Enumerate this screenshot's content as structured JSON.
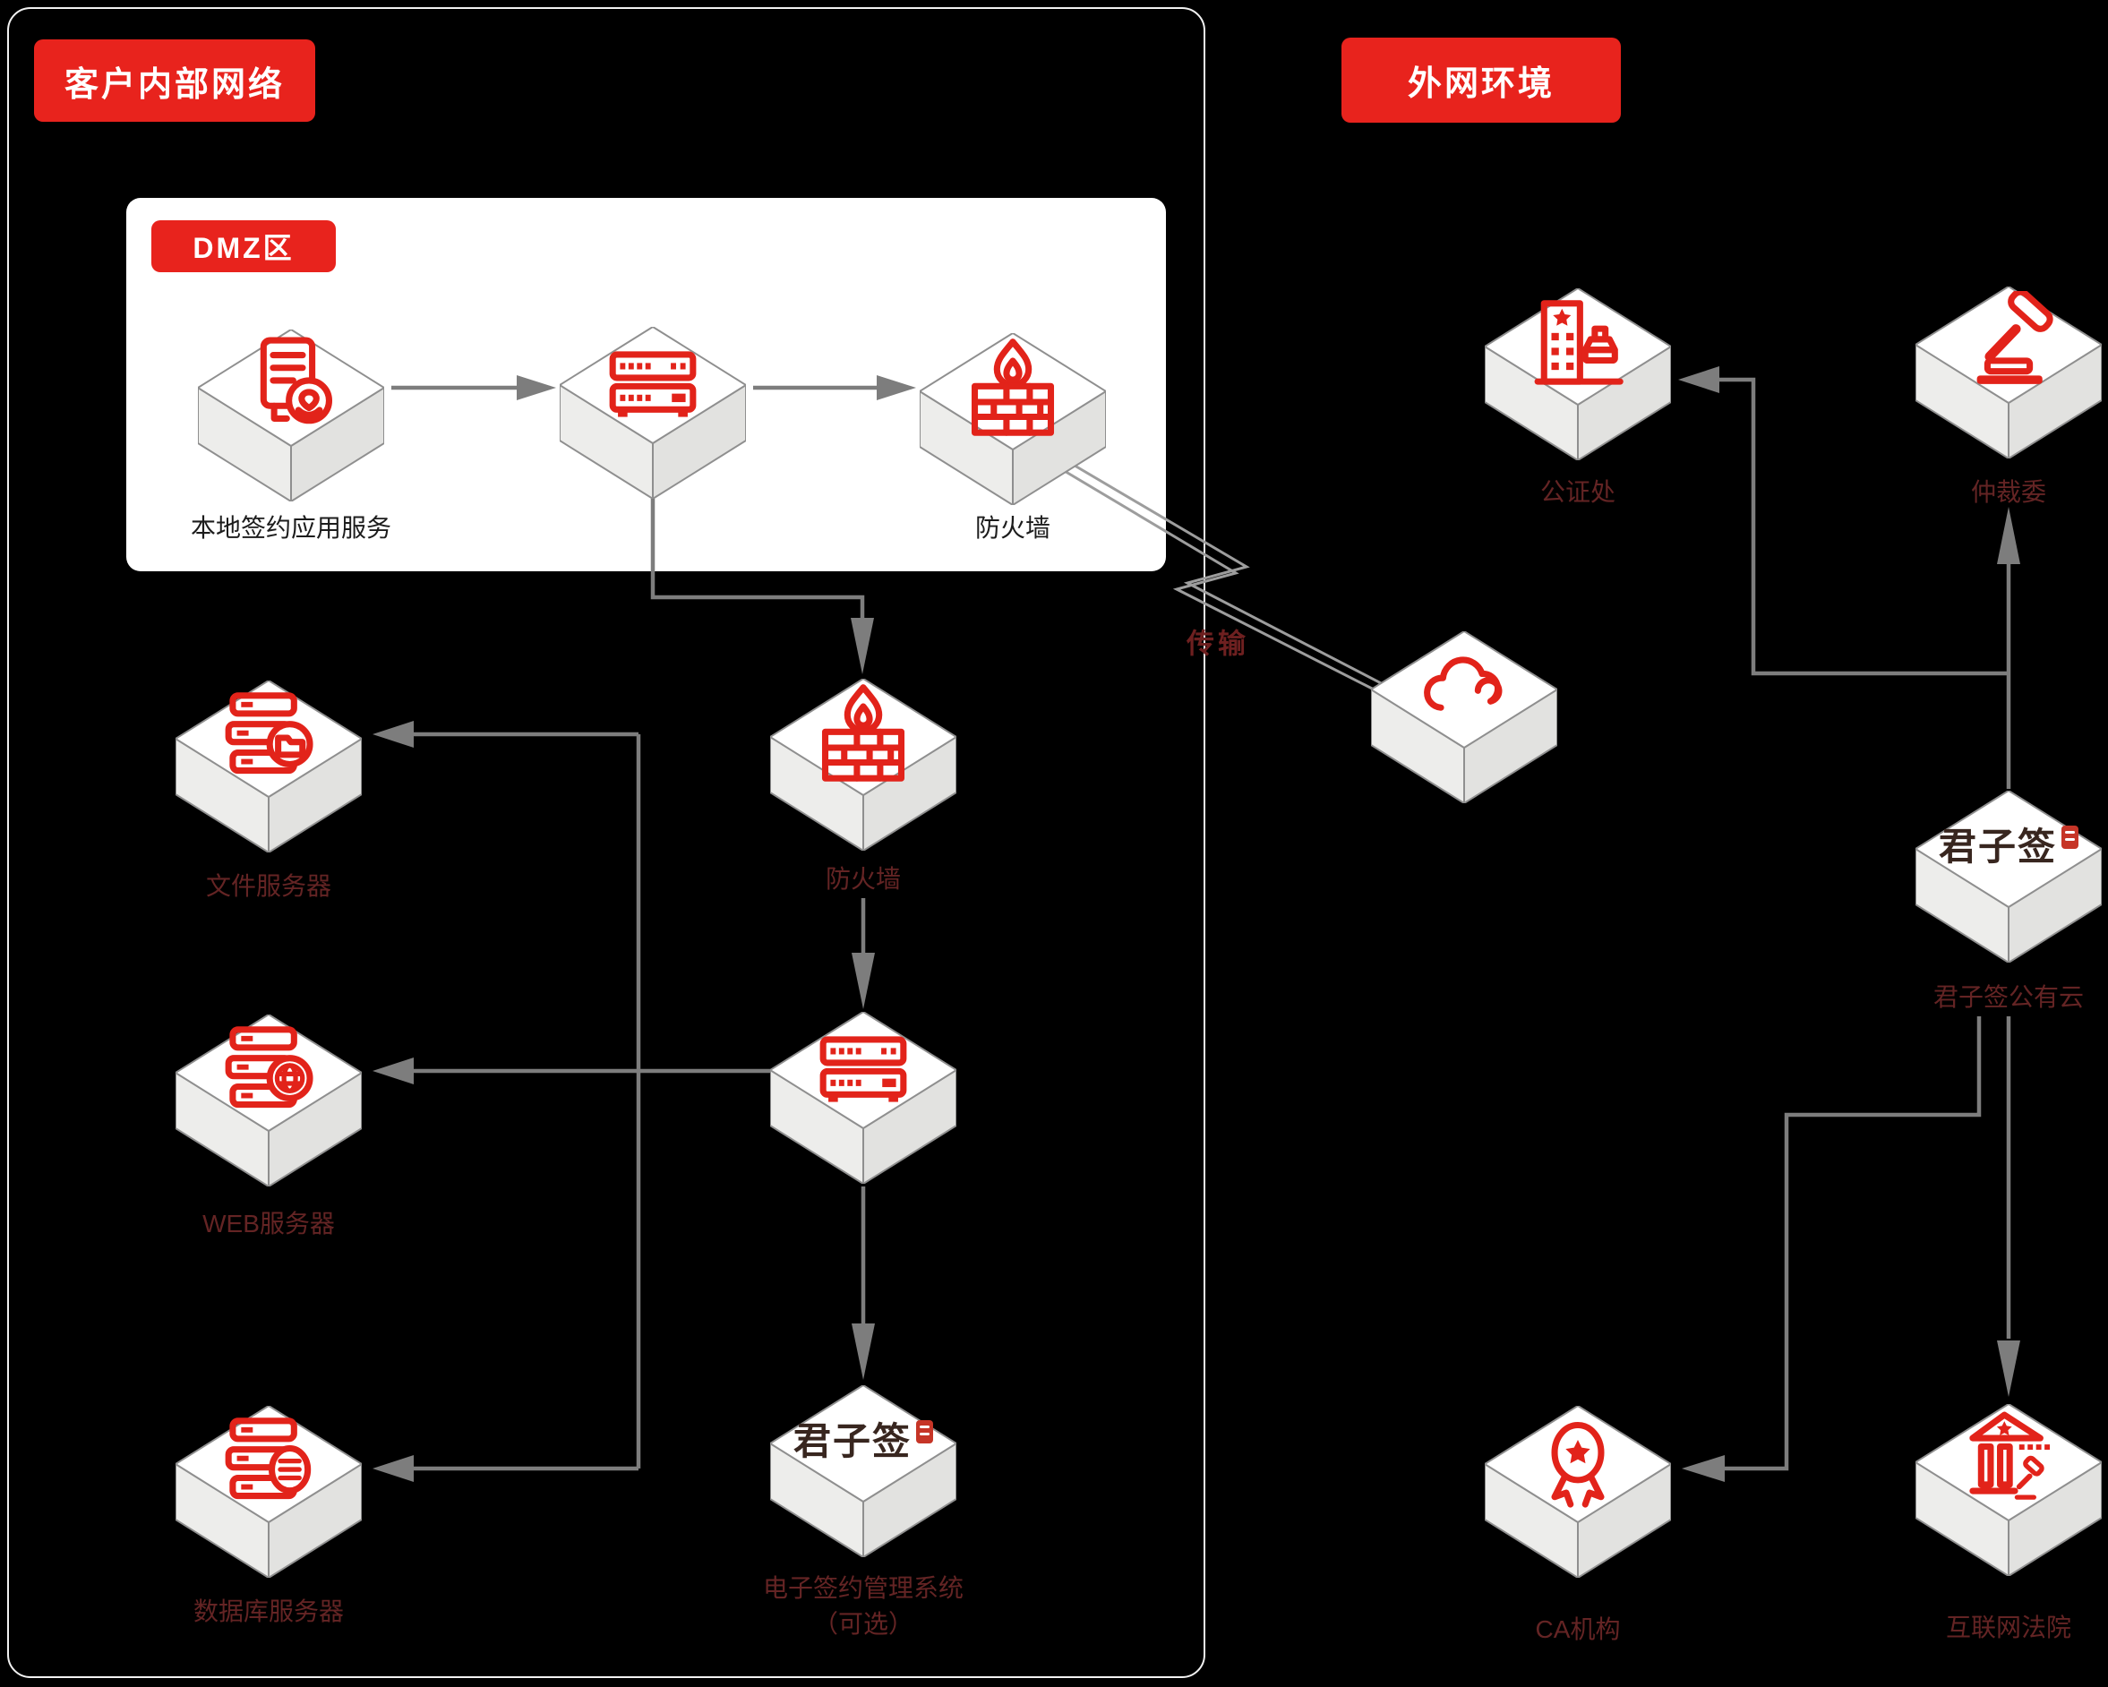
{
  "regions": {
    "internal": {
      "badge": "客户内部网络"
    },
    "dmz": {
      "badge": "DMZ区"
    },
    "external": {
      "badge": "外网环境"
    }
  },
  "nodes": {
    "local_sign_app": {
      "label": "本地签约应用服务",
      "icon": "signed-document-icon"
    },
    "dmz_server": {
      "label": "",
      "icon": "server-rack-icon"
    },
    "dmz_firewall": {
      "label": "防火墙",
      "icon": "firewall-icon"
    },
    "file_server": {
      "label": "文件服务器",
      "icon": "file-server-icon"
    },
    "inner_firewall": {
      "label": "防火墙",
      "icon": "firewall-icon"
    },
    "web_server": {
      "label": "WEB服务器",
      "icon": "web-server-icon"
    },
    "inner_server": {
      "label": "",
      "icon": "server-rack-icon"
    },
    "db_server": {
      "label": "数据库服务器",
      "icon": "database-server-icon"
    },
    "esign_system": {
      "label": "电子签约管理系统",
      "label2": "（可选）",
      "logo": "君子签"
    },
    "notary": {
      "label": "公证处",
      "icon": "notary-office-icon"
    },
    "arbitration": {
      "label": "仲裁委",
      "icon": "gavel-icon"
    },
    "cloud_gateway": {
      "label": "",
      "icon": "cloud-icon"
    },
    "junziqian_cloud": {
      "label": "君子签公有云",
      "logo": "君子签"
    },
    "ca_org": {
      "label": "CA机构",
      "icon": "medal-icon"
    },
    "internet_court": {
      "label": "互联网法院",
      "icon": "court-icon"
    }
  },
  "edges": {
    "transfer_label": "传输"
  },
  "colors": {
    "badge_red": "#e8231d",
    "icon_red": "#e2231a",
    "label_maroon": "#642424",
    "connector_gray": "#7d7d7d",
    "box_top": "#ffffff",
    "box_left": "#ededeb",
    "box_right": "#e2e2e0",
    "background": "#000000"
  }
}
